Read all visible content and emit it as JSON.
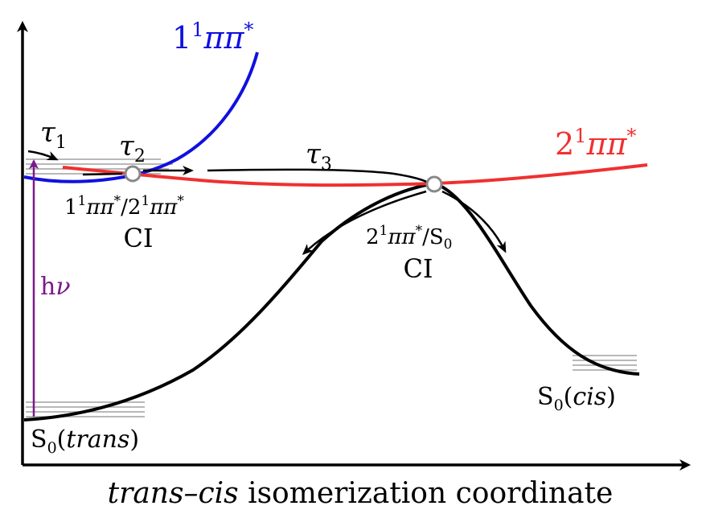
{
  "colors": {
    "pp1": "#1010e0",
    "pp2": "#f03030",
    "s0": "#000000",
    "hv": "#7a1a8a",
    "levels": "#a0a0a0"
  },
  "labels": {
    "pp1_state": {
      "base": "1",
      "sup": "1",
      "rest": "ππ",
      "star": "*"
    },
    "pp2_state": {
      "base": "2",
      "sup": "1",
      "rest": "ππ",
      "star": "*"
    },
    "tau1": {
      "sym": "τ",
      "sub": "1"
    },
    "tau2": {
      "sym": "τ",
      "sub": "2"
    },
    "tau3": {
      "sym": "τ",
      "sub": "3"
    },
    "ci1_formula": {
      "a": "1",
      "a_sup": "1",
      "a_rest": "ππ",
      "a_star": "*",
      "slash": "/",
      "b": "2",
      "b_sup": "1",
      "b_rest": "ππ",
      "b_star": "*"
    },
    "ci1_name": "CI",
    "ci2_formula": {
      "a": "2",
      "a_sup": "1",
      "a_rest": "ππ",
      "a_star": "*",
      "slash": "/S",
      "sub": "0"
    },
    "ci2_name": "CI",
    "hv": {
      "h": "h",
      "nu": "ν"
    },
    "s0_trans": {
      "s": "S",
      "sub": "0",
      "open": "(",
      "word": "trans",
      "close": ")"
    },
    "s0_cis": {
      "s": "S",
      "sub": "0",
      "open": "(",
      "word": "cis",
      "close": ")"
    },
    "axis": {
      "italic": "trans–cis",
      "rest": " isomerization coordinate"
    }
  }
}
